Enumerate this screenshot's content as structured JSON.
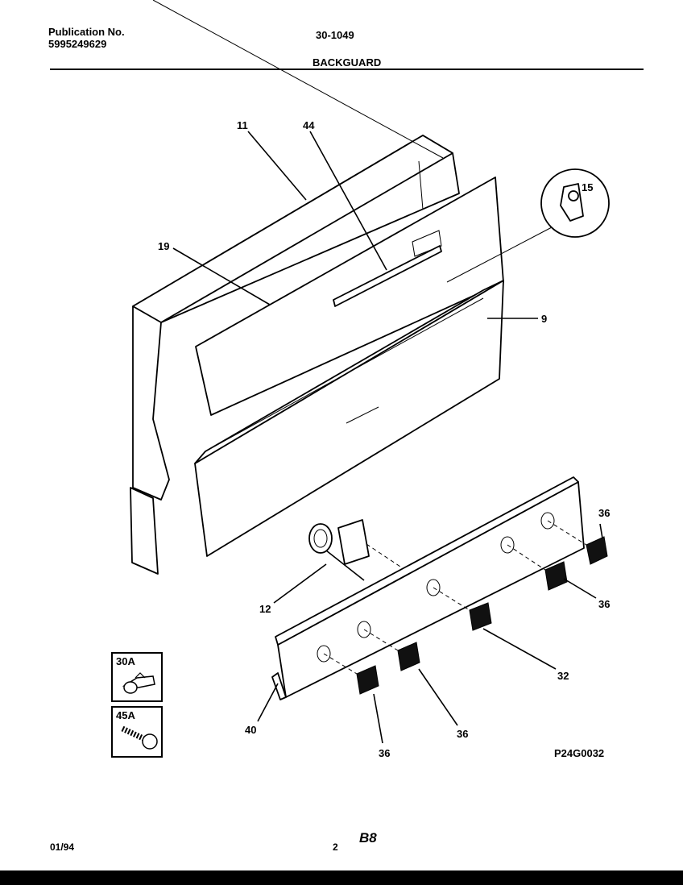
{
  "header": {
    "publication_label": "Publication No.",
    "publication_number": "5995249629",
    "model_code": "30-1049",
    "section_title": "BACKGUARD"
  },
  "callouts": [
    "11",
    "44",
    "15",
    "19",
    "9",
    "36",
    "36",
    "12",
    "32",
    "36",
    "40",
    "36"
  ],
  "insets": [
    {
      "label": "30A",
      "icon": "wing-nut-icon"
    },
    {
      "label": "45A",
      "icon": "screw-icon"
    }
  ],
  "drawing_code": "P24G0032",
  "footer": {
    "date": "01/94",
    "page": "2",
    "section_code": "B8"
  }
}
